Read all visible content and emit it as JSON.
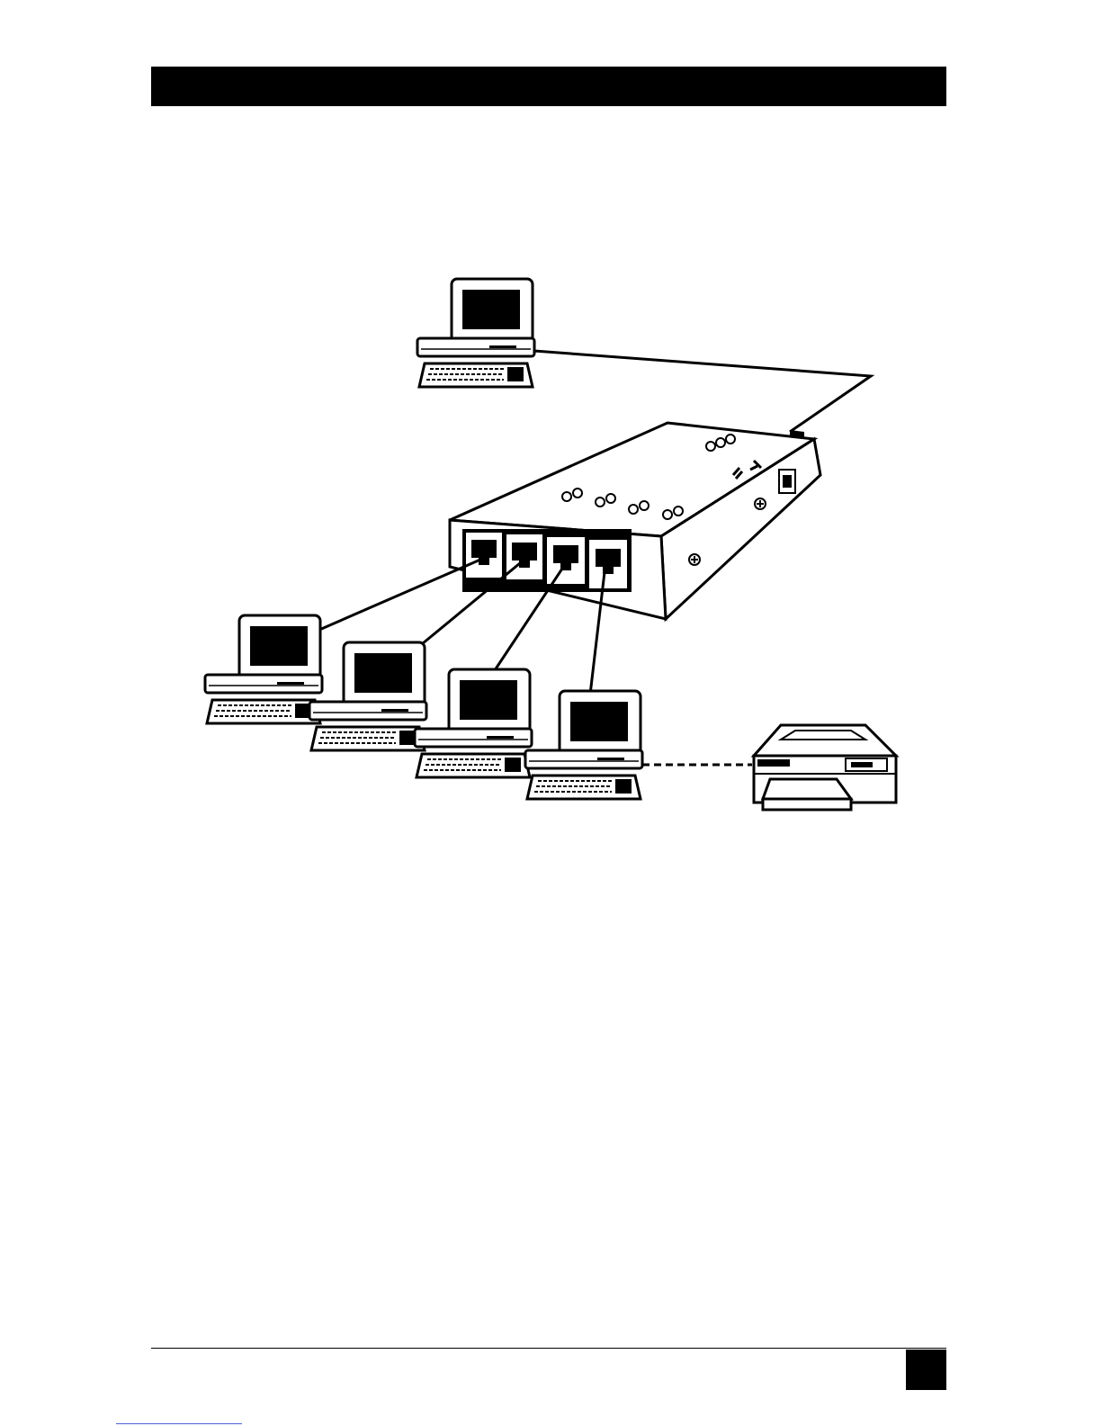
{
  "page": {
    "header_text": "",
    "page_number": ""
  },
  "figure": {
    "components": [
      "host-computer",
      "network-hub",
      "workstation",
      "workstation",
      "workstation",
      "workstation",
      "printer"
    ],
    "hub_port_count": 4,
    "hub_led_groups": 5,
    "printer_link_style": "dashed"
  },
  "colors": {
    "ink": "#000000",
    "paper": "#ffffff",
    "link_underline": "#4a63d8"
  }
}
